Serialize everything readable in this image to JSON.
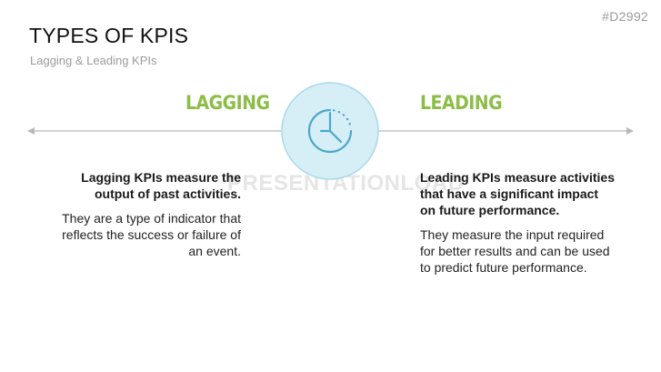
{
  "slide_id": "#D2992",
  "title": "TYPES OF KPIS",
  "subtitle": "Lagging & Leading KPIs",
  "watermark": "PRESENTATIONLOAD",
  "icon": "clock-icon",
  "colors": {
    "accent_green": "#8cbe47",
    "accent_blue": "#4aa9c9",
    "circle_fill": "#d6eef6",
    "timeline": "#c4c4c4"
  },
  "lagging": {
    "heading": "LAGGING",
    "lead": "Lagging KPIs measure the output of past activities.",
    "body": "They are a type of indicator that reflects the success or failure of an event."
  },
  "leading": {
    "heading": "LEADING",
    "lead": "Leading KPIs measure activities that have a significant impact on future performance.",
    "body": "They measure the input required for better results and can be used to predict future performance."
  }
}
